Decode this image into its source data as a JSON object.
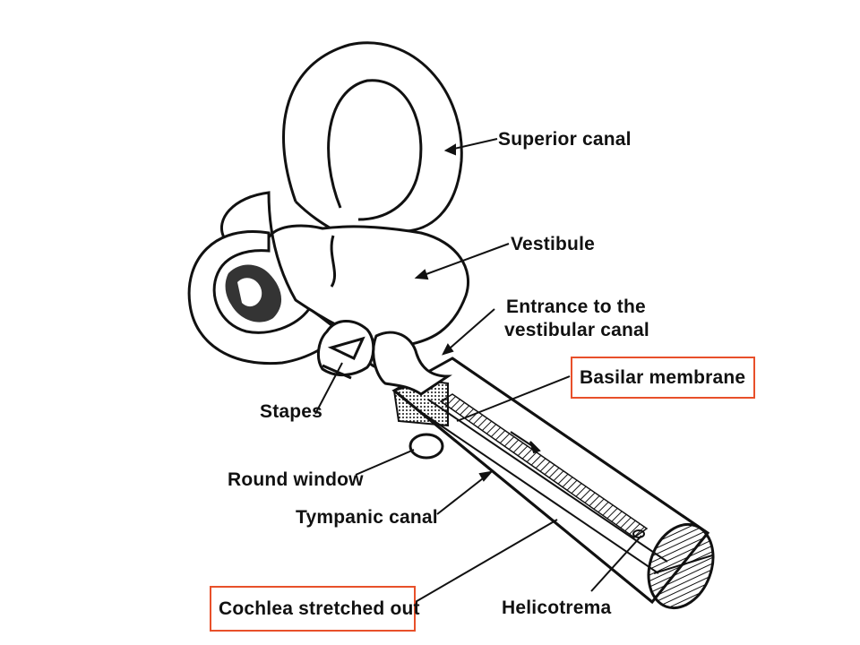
{
  "labels": {
    "superior_canal": "Superior canal",
    "vestibule": "Vestibule",
    "entrance_line1": "Entrance to the",
    "entrance_line2": "vestibular canal",
    "basilar_membrane": "Basilar membrane",
    "stapes": "Stapes",
    "round_window": "Round window",
    "tympanic_canal": "Tympanic canal",
    "cochlea_stretched_out": "Cochlea stretched out",
    "helicotrema": "Helicotrema"
  },
  "highlighted_labels": [
    "basilar_membrane",
    "cochlea_stretched_out"
  ],
  "colors": {
    "ink": "#111111",
    "highlight_box": "#e8502a",
    "background": "#ffffff"
  }
}
